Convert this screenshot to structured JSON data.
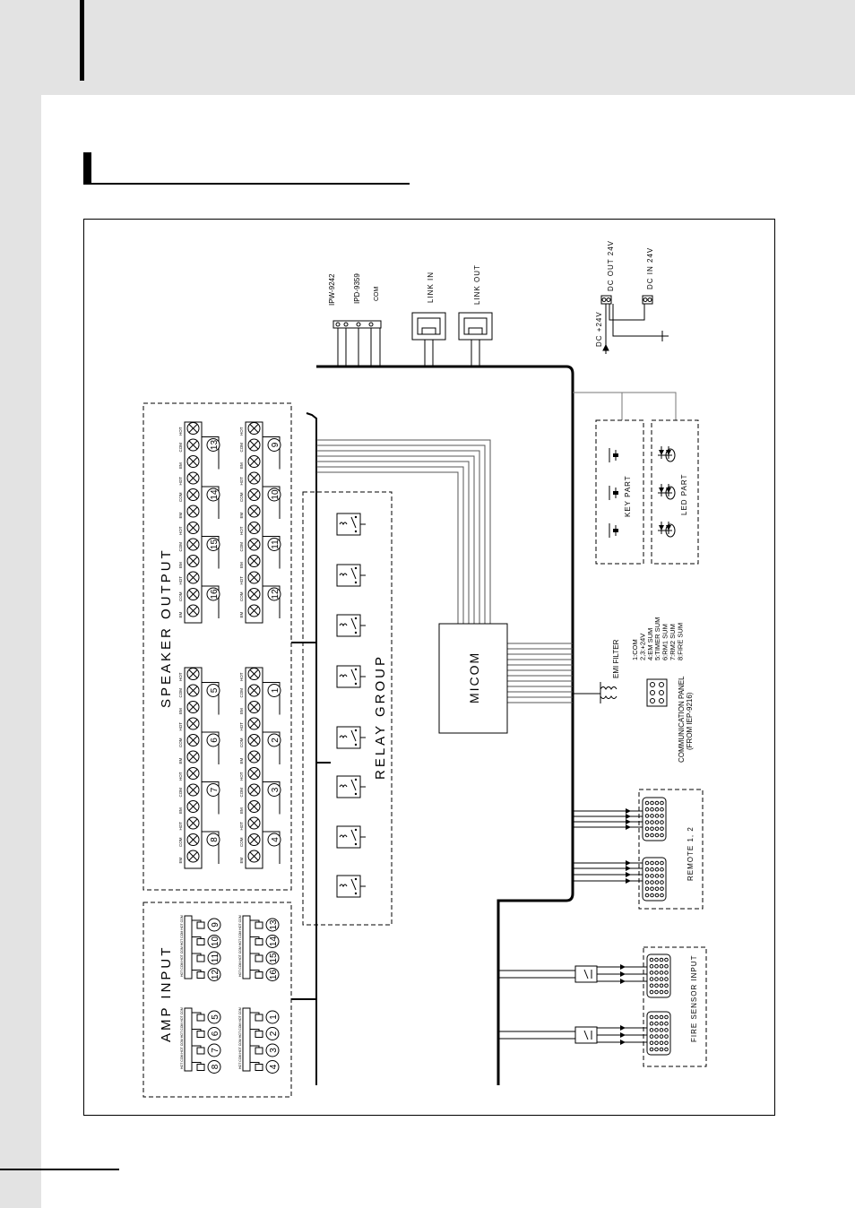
{
  "diagram": {
    "speaker_output": {
      "title": "SPEAKER OUTPUT",
      "terminal_labels": [
        "HOT",
        "COM",
        "EM"
      ],
      "channels_top_row": [
        "13",
        "14",
        "15",
        "16",
        "5",
        "6",
        "7",
        "8"
      ],
      "channels_bottom_row": [
        "9",
        "10",
        "11",
        "12",
        "1",
        "2",
        "3",
        "4"
      ]
    },
    "amp_input": {
      "title": "AMP INPUT",
      "terminal_label": "HOT COM",
      "channels_top_row": [
        "5",
        "6",
        "7",
        "8",
        "9",
        "10",
        "11",
        "12"
      ],
      "channels_bottom_row": [
        "1",
        "2",
        "3",
        "4",
        "13",
        "14",
        "15",
        "16"
      ]
    },
    "relay_group": {
      "title": "RELAY GROUP"
    },
    "micom": {
      "title": "MICOM"
    },
    "connectors": {
      "ipw": "IPW-9242",
      "ipd": "IPD-9359",
      "com": "COM",
      "link_in": "LINK IN",
      "link_out": "LINK OUT"
    },
    "power": {
      "dc_out": "DC OUT 24V",
      "dc_in": "DC IN 24V",
      "dc_plus": "DC +24V"
    },
    "key_part": {
      "title": "KEY PART"
    },
    "led_part": {
      "title": "LED PART"
    },
    "emi_filter": {
      "title": "EMI FILTER"
    },
    "communication_panel": {
      "title": "COMMUNICATION PANEL",
      "subtitle": "(FROM IEP-9216)",
      "pinout": [
        "1:COM",
        "2,3:+24V",
        "4:EM SUM",
        "5:TIMER SUM",
        "6:RM1 SUM",
        "7:RM2 SUM",
        "8:FIRE SUM"
      ]
    },
    "remote": {
      "title": "REMOTE 1, 2"
    },
    "fire_sensor": {
      "title": "FIRE SENSOR INPUT"
    }
  }
}
